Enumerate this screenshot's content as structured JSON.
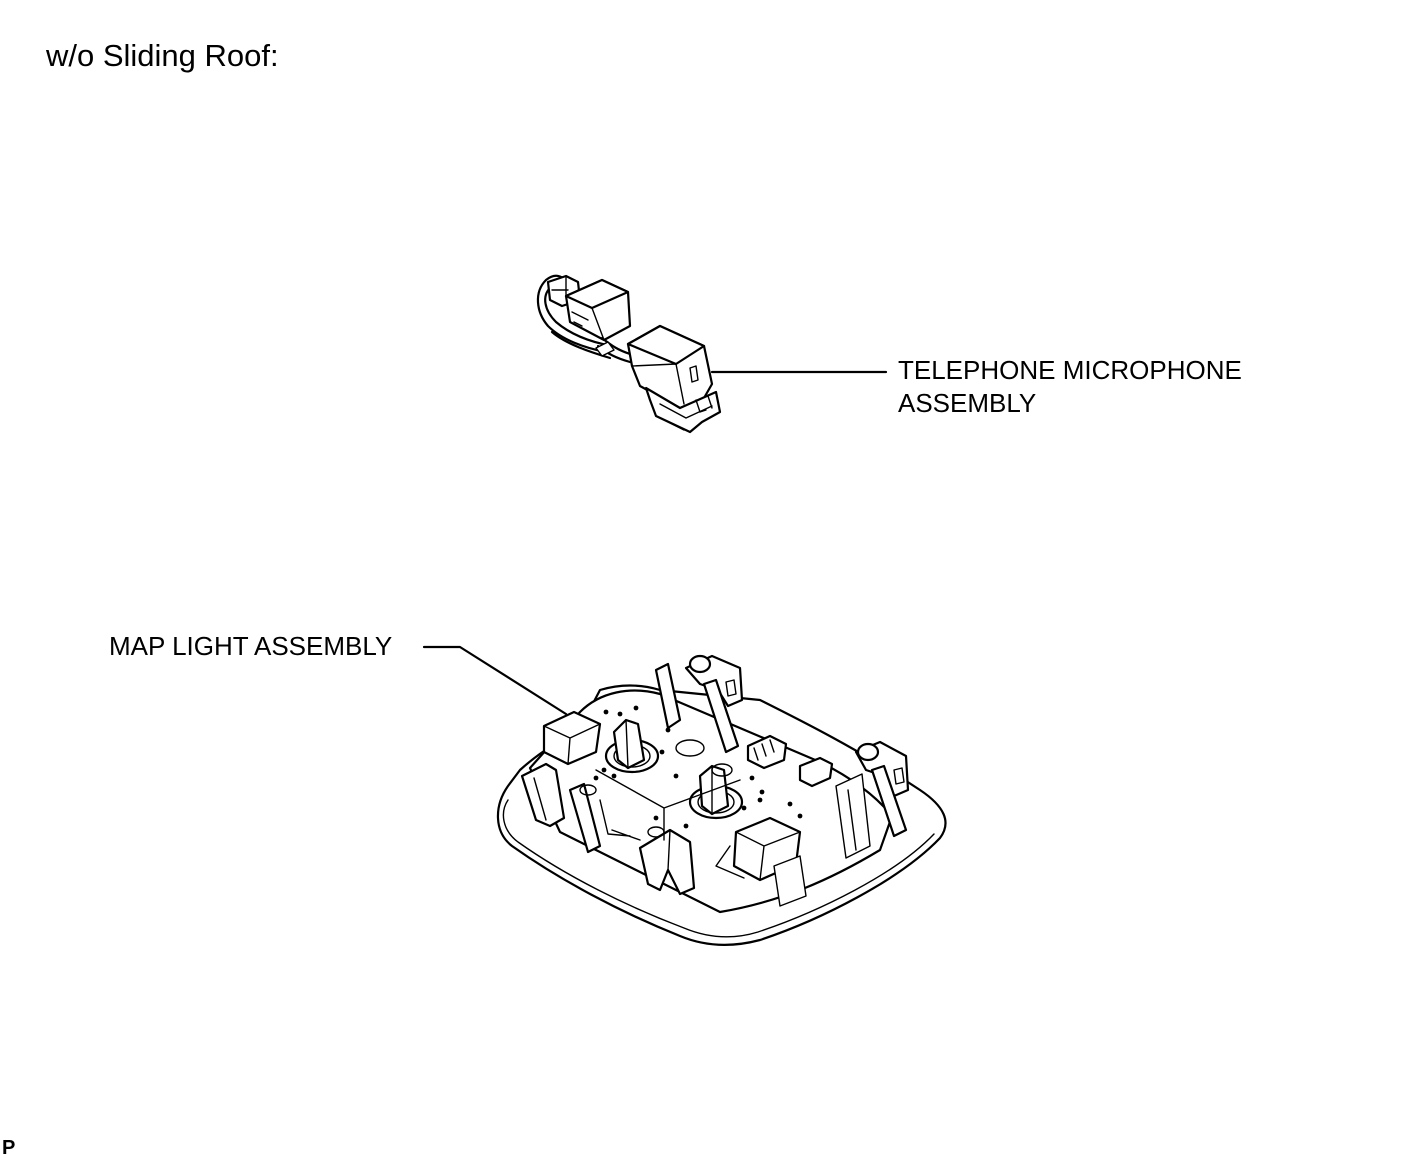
{
  "title": "w/o Sliding Roof:",
  "callouts": {
    "telephone_microphone": {
      "line1": "TELEPHONE MICROPHONE",
      "line2": "ASSEMBLY"
    },
    "map_light": {
      "label": "MAP LIGHT ASSEMBLY"
    }
  },
  "corner_code": "P",
  "colors": {
    "ink": "#000000",
    "background": "#ffffff"
  }
}
